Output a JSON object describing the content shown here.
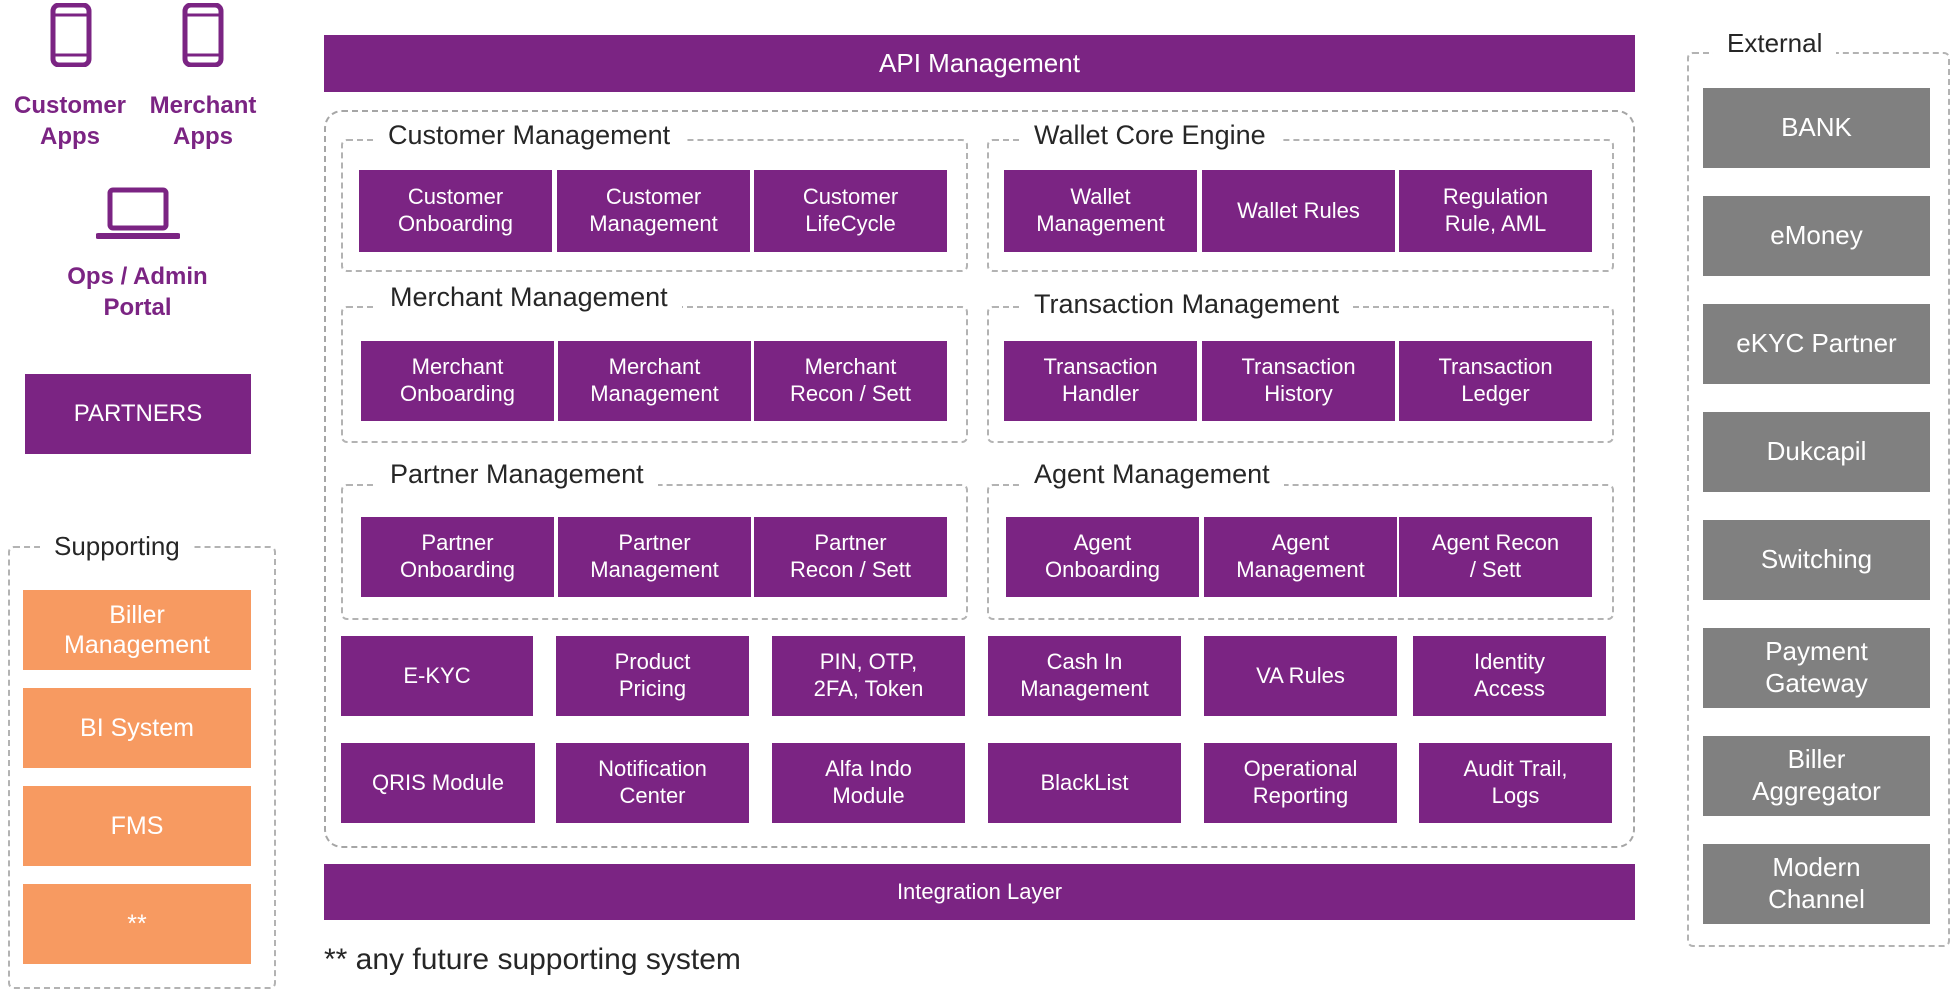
{
  "colors": {
    "purple": "#7b2483",
    "gray": "#808080",
    "orange": "#f79a61",
    "dash": "#a6a6a6"
  },
  "left": {
    "customer_apps": {
      "icon": "phone-icon",
      "label": "Customer\nApps"
    },
    "merchant_apps": {
      "icon": "phone-icon",
      "label": "Merchant\nApps"
    },
    "ops_admin_portal": {
      "icon": "laptop-icon",
      "label": "Ops / Admin\nPortal"
    },
    "partners": "PARTNERS",
    "supporting": {
      "title": "Supporting",
      "items": [
        "Biller\nManagement",
        "BI System",
        "FMS",
        "**"
      ]
    }
  },
  "center": {
    "api_management": "API Management",
    "groups": {
      "customer_management": {
        "title": "Customer Management",
        "items": [
          "Customer\nOnboarding",
          "Customer\nManagement",
          "Customer\nLifeCycle"
        ]
      },
      "wallet_core_engine": {
        "title": "Wallet Core Engine",
        "items": [
          "Wallet\nManagement",
          "Wallet Rules",
          "Regulation\nRule, AML"
        ]
      },
      "merchant_management": {
        "title": "Merchant Management",
        "items": [
          "Merchant\nOnboarding",
          "Merchant\nManagement",
          "Merchant\nRecon / Sett"
        ]
      },
      "transaction_management": {
        "title": "Transaction Management",
        "items": [
          "Transaction\nHandler",
          "Transaction\nHistory",
          "Transaction\nLedger"
        ]
      },
      "partner_management": {
        "title": "Partner Management",
        "items": [
          "Partner\nOnboarding",
          "Partner\nManagement",
          "Partner\nRecon / Sett"
        ]
      },
      "agent_management": {
        "title": "Agent Management",
        "items": [
          "Agent\nOnboarding",
          "Agent\nManagement",
          "Agent Recon\n/ Sett"
        ]
      }
    },
    "modules_row1": [
      "E-KYC",
      "Product\nPricing",
      "PIN, OTP,\n2FA, Token",
      "Cash In\nManagement",
      "VA Rules",
      "Identity\nAccess"
    ],
    "modules_row2": [
      "QRIS Module",
      "Notification\nCenter",
      "Alfa Indo\nModule",
      "BlackList",
      "Operational\nReporting",
      "Audit Trail,\nLogs"
    ],
    "integration_layer": "Integration Layer",
    "footnote": "** any future supporting system"
  },
  "external": {
    "title": "External",
    "items": [
      "BANK",
      "eMoney",
      "eKYC Partner",
      "Dukcapil",
      "Switching",
      "Payment\nGateway",
      "Biller\nAggregator",
      "Modern\nChannel"
    ]
  }
}
